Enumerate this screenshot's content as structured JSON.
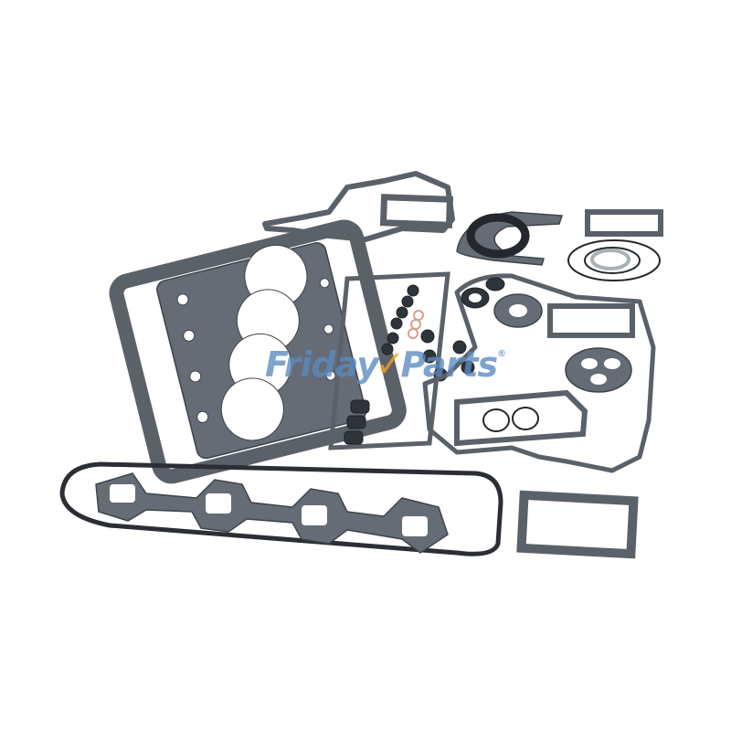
{
  "image": {
    "subject": "Engine full gasket kit",
    "background_color": "#ffffff",
    "gasket_color": "#5f6670",
    "gasket_edge_color": "#3f444b",
    "rubber_seal_color": "#2b2f35",
    "copper_washer_color": "#d9a088"
  },
  "watermark": {
    "part1": "Friday",
    "check": "✓",
    "part2": "Parts",
    "registered": "®",
    "text_color": "#5b8ac0",
    "check_color": "#f0a32a"
  },
  "components": [
    "timing-cover-gasket",
    "cylinder-head-gasket",
    "oil-pan-gasket",
    "valve-cover-gasket",
    "exhaust-manifold-gasket",
    "valve-stem-seals",
    "copper-washers",
    "crankshaft-oil-seal",
    "o-rings",
    "water-pump-gasket",
    "thermostat-gasket",
    "rectangular-cover-gaskets",
    "front-plate-gasket"
  ]
}
